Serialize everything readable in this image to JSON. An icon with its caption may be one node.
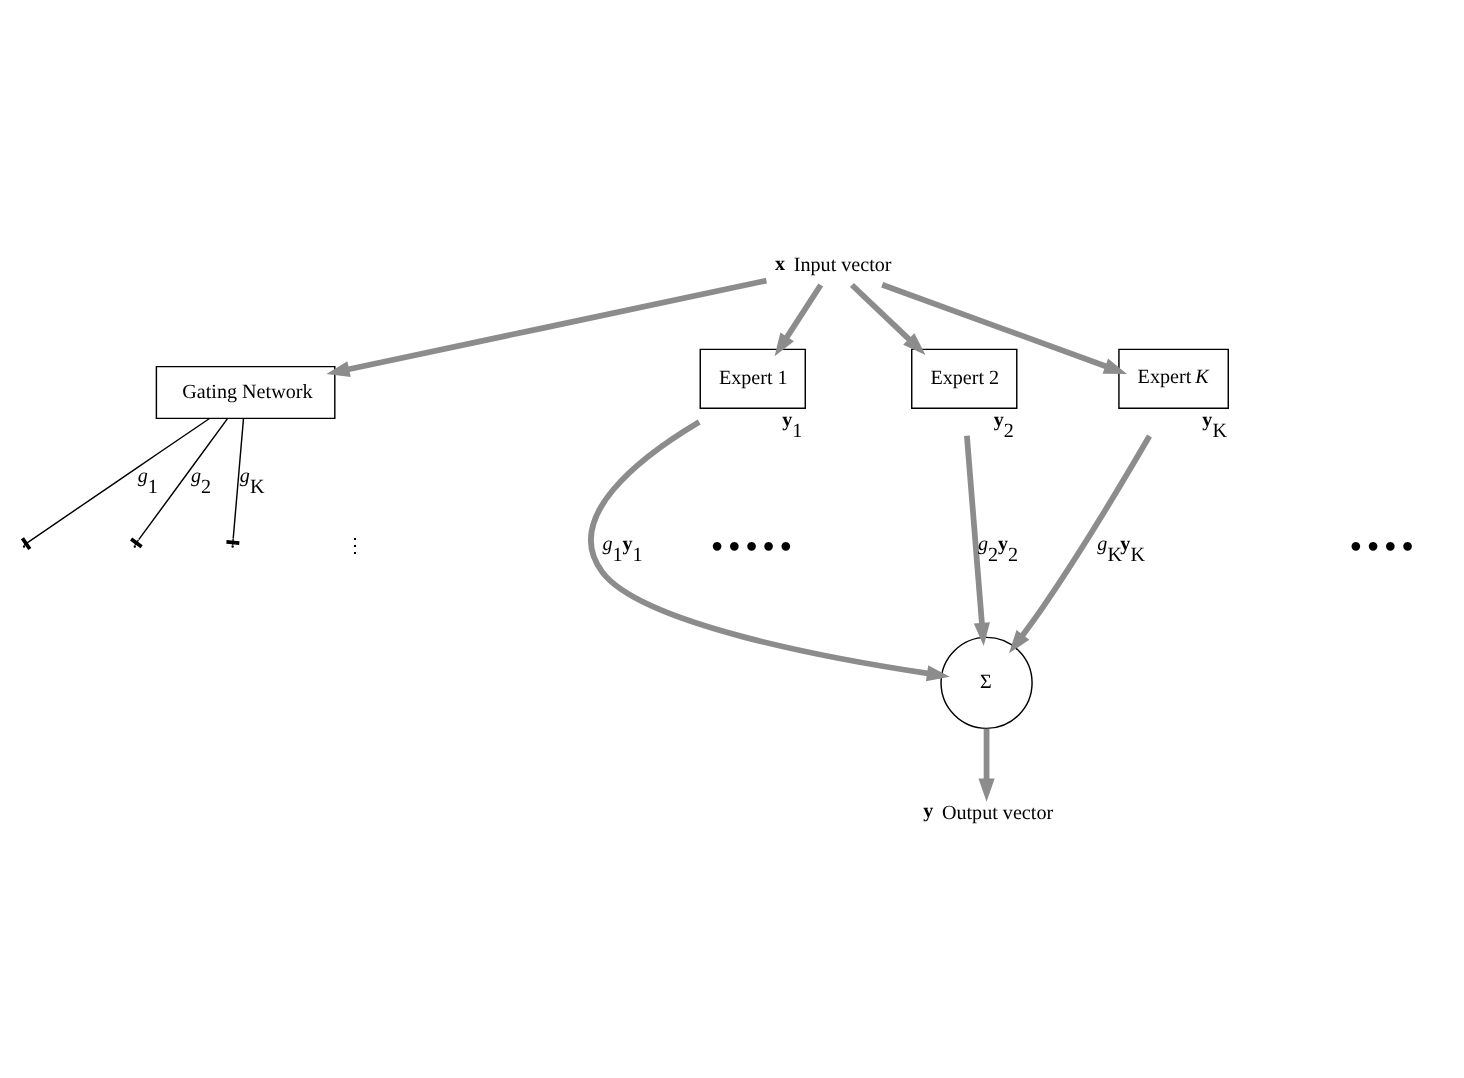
{
  "diagram": {
    "nodes": [
      {
        "text": [
          "**x**"
        ],
        "beside": [
          "Input vector"
        ]
      },
      {
        "text": [
          "Expert 1"
        ],
        "beside": [
          "**y**$_{1}$"
        ]
      },
      {
        "text": [
          "Expert 2"
        ],
        "beside": [
          "**y**$_{2}$"
        ]
      },
      {
        "text": [
          "Expert *K*"
        ],
        "beside": [
          "**y**$_{K}$"
        ]
      },
      {
        "text": [
          "Gating Network"
        ]
      },
      {
        "text": [
          "Σ"
        ]
      },
      {
        "text": [
          "**y**"
        ],
        "beside": [
          "Output vector"
        ]
      }
    ],
    "edges": [
      {
        "from": 0,
        "to": 1,
        "arrow": "to"
      },
      {
        "from": 0,
        "to": 2,
        "arrow": "to"
      },
      {
        "from": 0,
        "to": 3,
        "arrow": "to"
      },
      {
        "from": 0,
        "to": 4,
        "arrow": "to"
      },
      {
        "from": 4,
        "to": null,
        "arrow": "other",
        "label": "*g*$_{1}$",
        "color": "#000000"
      },
      {
        "from": 4,
        "to": null,
        "arrow": "other",
        "label": "*g*$_{2}$",
        "color": "#000000"
      },
      {
        "from": 4,
        "to": null,
        "arrow": "other",
        "label": "*g*$_{K}$",
        "color": "#000000"
      },
      {
        "from": 1,
        "to": 5,
        "arrow": "to",
        "label": "*g*$_{1}$**y**$_{1}$"
      },
      {
        "from": 2,
        "to": 5,
        "arrow": "to",
        "label": "*g*$_{2}$**y**$_{2}$"
      },
      {
        "from": 3,
        "to": 5,
        "arrow": "to",
        "label": "*g*$_{K}$**y**$_{K}$"
      },
      {
        "from": 5,
        "to": 6,
        "arrow": "to"
      }
    ],
    "labels": [
      "● ● ● ● ●",
      "⋮",
      "● ● ● ●"
    ]
  }
}
